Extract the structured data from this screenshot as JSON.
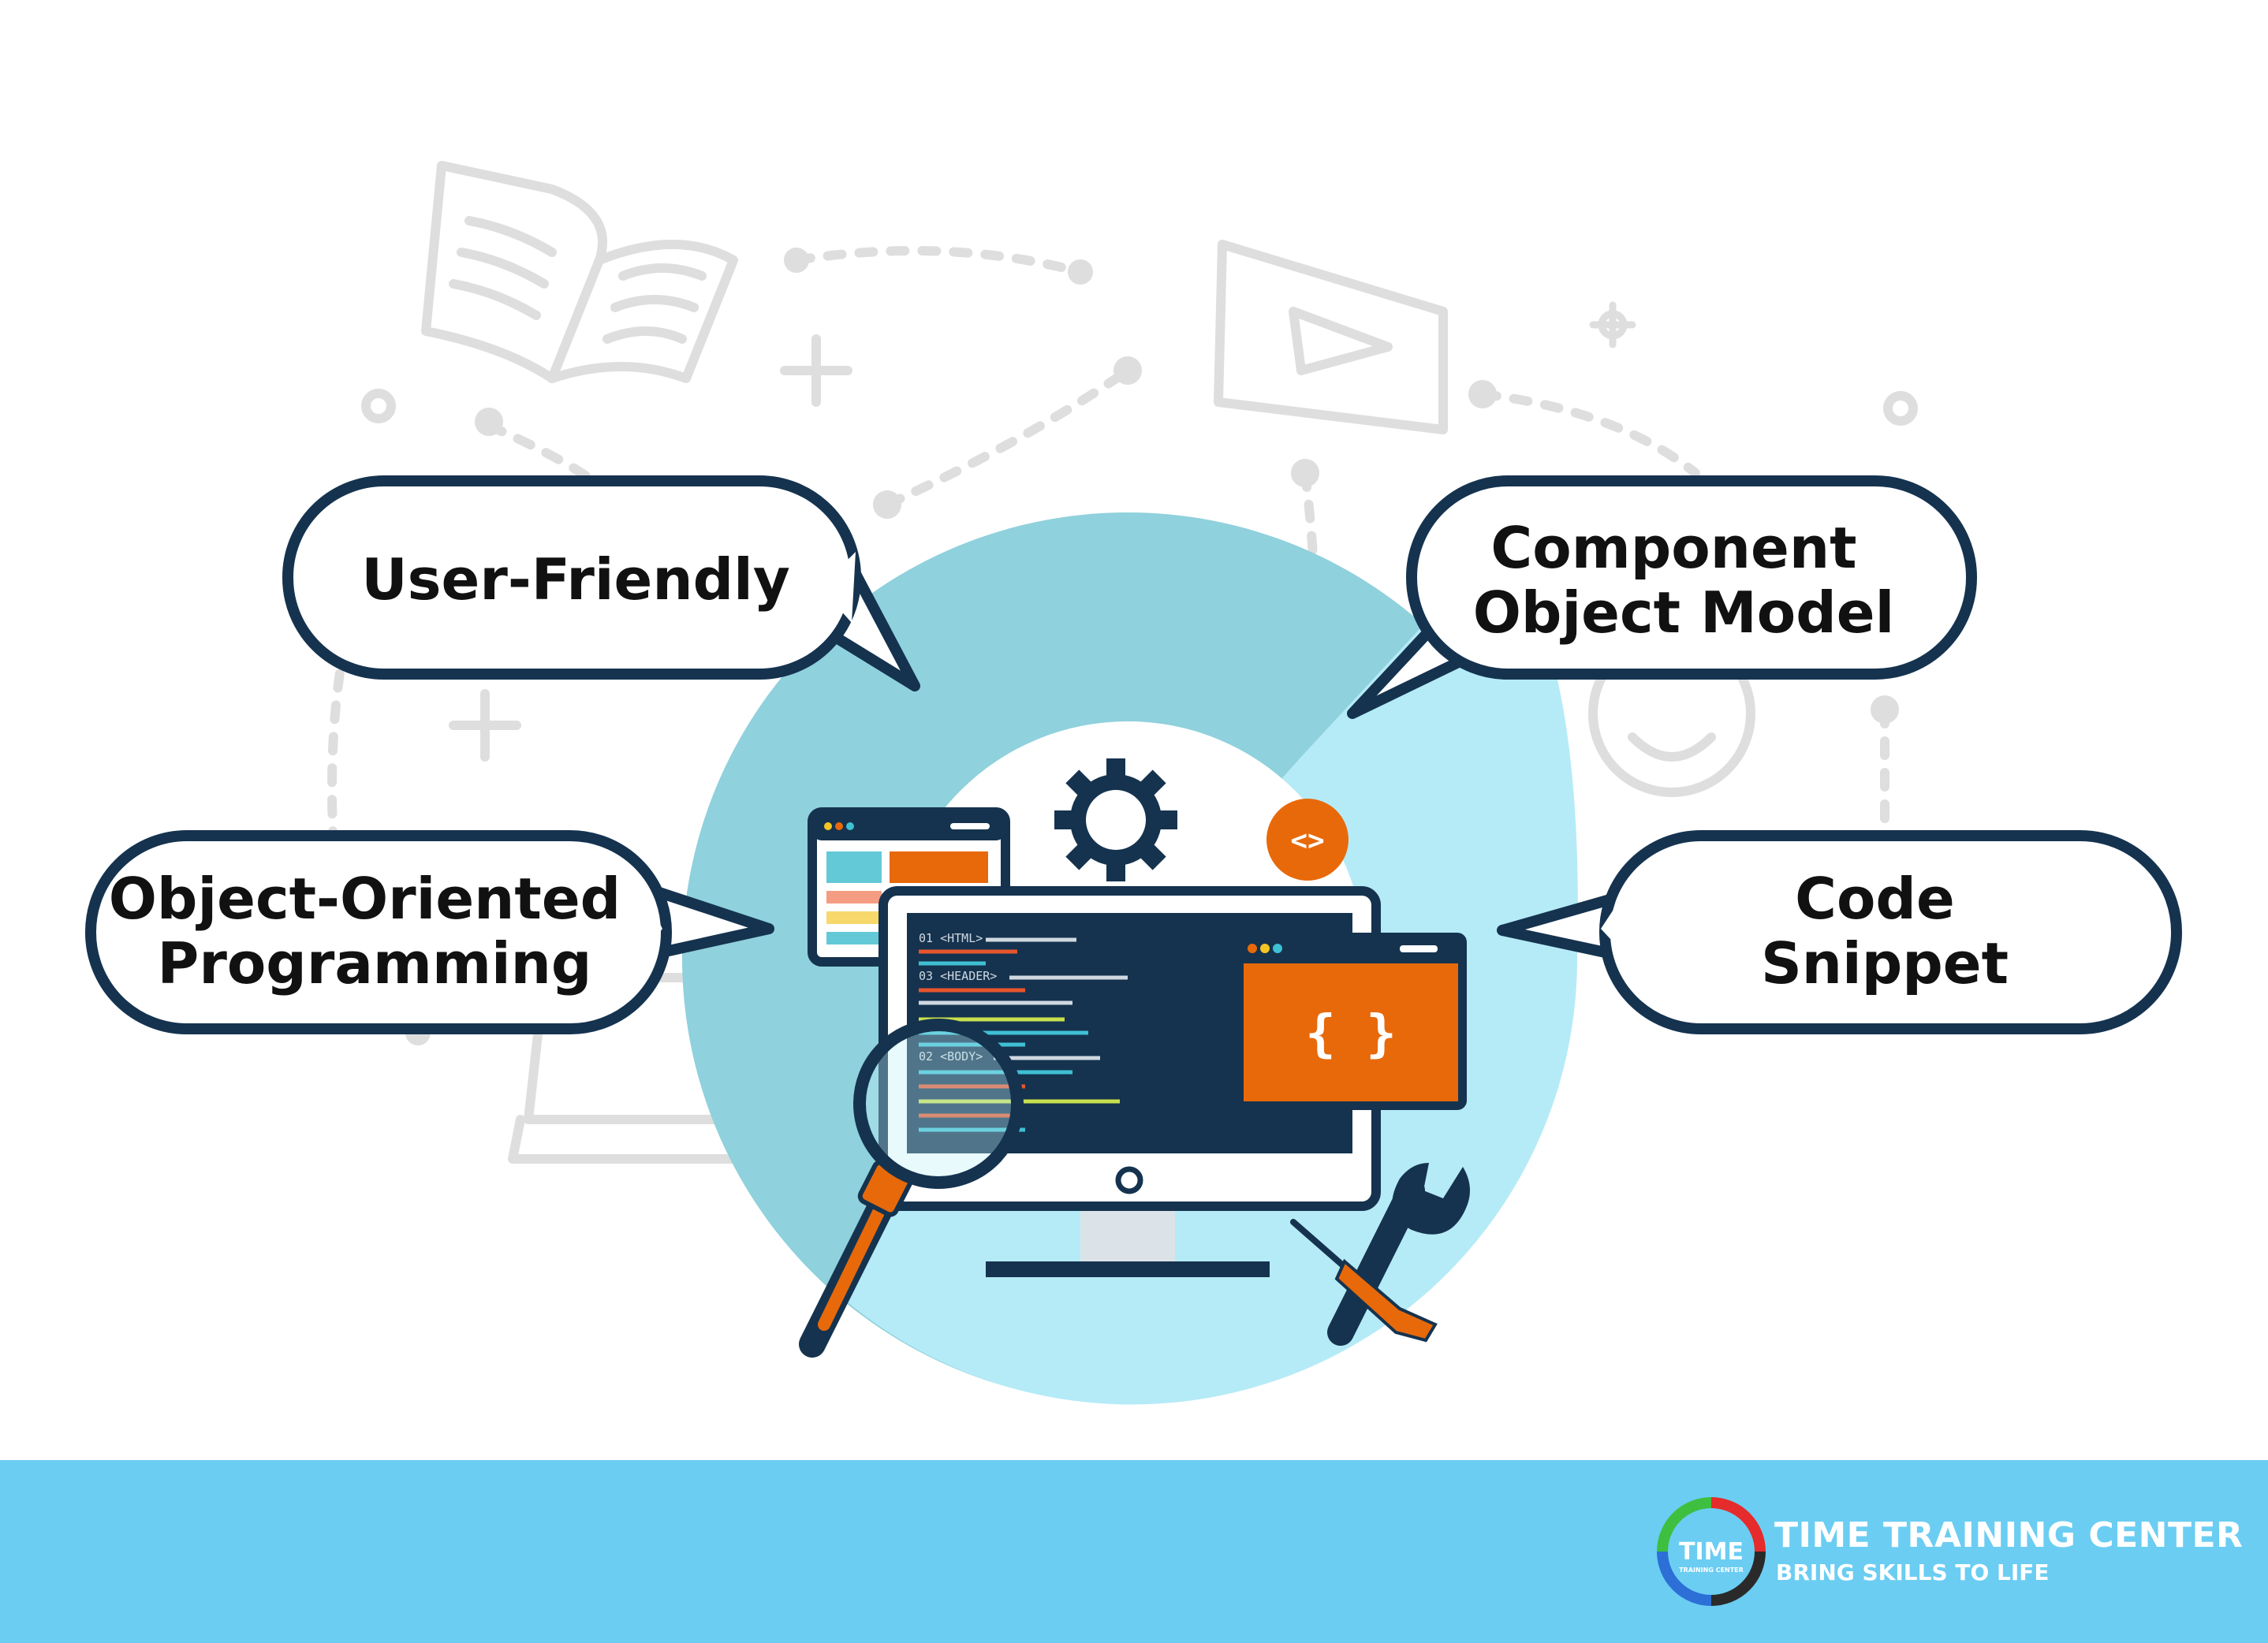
{
  "bubbles": {
    "user_friendly": [
      "User-Friendly"
    ],
    "com": [
      "Component",
      "Object Model"
    ],
    "oop": [
      "Object-Oriented",
      "Programming"
    ],
    "code_snippet": [
      "Code",
      "Snippet"
    ]
  },
  "monitor_code": {
    "line1": "01 <HTML>",
    "line2": "03 <HEADER>",
    "line3": "02 <BODY>"
  },
  "window_braces": "{ }",
  "code_badge": "<>",
  "footer": {
    "brand_name": "TIME TRAINING CENTER",
    "tagline": "BRING SKILLS TO LIFE",
    "logo_word": "TIME",
    "logo_sub": "TRAINING CENTER"
  },
  "colors": {
    "bubble_border": "#15334f",
    "circle_outer": "#8fd1dc",
    "circle_inner": "#b5ebf7",
    "accent_orange": "#e8690a",
    "footer_bg": "#6bcdf2"
  }
}
